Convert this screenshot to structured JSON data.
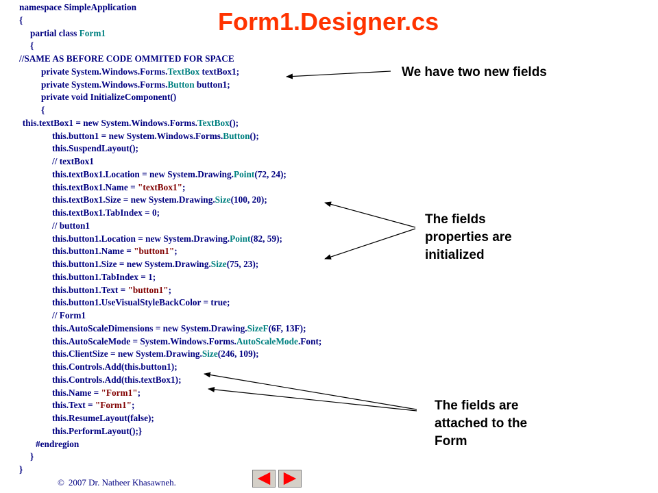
{
  "title": "Form1.Designer.cs",
  "code_lines": [
    {
      "indent": 0,
      "parts": [
        {
          "t": "c",
          "v": "namespace SimpleApplication"
        }
      ]
    },
    {
      "indent": 0,
      "parts": [
        {
          "t": "c",
          "v": "{"
        }
      ]
    },
    {
      "indent": 1,
      "parts": [
        {
          "t": "c",
          "v": "partial class "
        },
        {
          "t": "t",
          "v": "Form1"
        }
      ]
    },
    {
      "indent": 1,
      "parts": [
        {
          "t": "c",
          "v": "{"
        }
      ]
    },
    {
      "indent": 0,
      "parts": [
        {
          "t": "c",
          "v": "//SAME AS BEFORE CODE OMMITED FOR SPACE"
        }
      ]
    },
    {
      "indent": 2,
      "parts": [
        {
          "t": "c",
          "v": "private System.Windows.Forms."
        },
        {
          "t": "t",
          "v": "TextBox"
        },
        {
          "t": "c",
          "v": " textBox1;"
        }
      ]
    },
    {
      "indent": 2,
      "parts": [
        {
          "t": "c",
          "v": "private System.Windows.Forms."
        },
        {
          "t": "t",
          "v": "Button"
        },
        {
          "t": "c",
          "v": " button1;"
        }
      ]
    },
    {
      "indent": 2,
      "parts": [
        {
          "t": "c",
          "v": "private void InitializeComponent()"
        }
      ]
    },
    {
      "indent": 2,
      "parts": [
        {
          "t": "c",
          "v": "{"
        }
      ]
    },
    {
      "indent": 0.3,
      "parts": [
        {
          "t": "c",
          "v": "this.textBox1 = new System.Windows.Forms."
        },
        {
          "t": "t",
          "v": "TextBox"
        },
        {
          "t": "c",
          "v": "();"
        }
      ]
    },
    {
      "indent": 3,
      "parts": [
        {
          "t": "c",
          "v": "this.button1 = new System.Windows.Forms."
        },
        {
          "t": "t",
          "v": "Button"
        },
        {
          "t": "c",
          "v": "();"
        }
      ]
    },
    {
      "indent": 3,
      "parts": [
        {
          "t": "c",
          "v": "this.SuspendLayout();"
        }
      ]
    },
    {
      "indent": 3,
      "parts": [
        {
          "t": "c",
          "v": "// textBox1"
        }
      ]
    },
    {
      "indent": 3,
      "parts": [
        {
          "t": "c",
          "v": "this.textBox1.Location = new System.Drawing."
        },
        {
          "t": "t",
          "v": "Point"
        },
        {
          "t": "c",
          "v": "(72, 24);"
        }
      ]
    },
    {
      "indent": 3,
      "parts": [
        {
          "t": "c",
          "v": "this.textBox1.Name = "
        },
        {
          "t": "s",
          "v": "\"textBox1\""
        },
        {
          "t": "c",
          "v": ";"
        }
      ]
    },
    {
      "indent": 3,
      "parts": [
        {
          "t": "c",
          "v": "this.textBox1.Size = new System.Drawing."
        },
        {
          "t": "t",
          "v": "Size"
        },
        {
          "t": "c",
          "v": "(100, 20);"
        }
      ]
    },
    {
      "indent": 3,
      "parts": [
        {
          "t": "c",
          "v": "this.textBox1.TabIndex = 0;"
        }
      ]
    },
    {
      "indent": 3,
      "parts": [
        {
          "t": "c",
          "v": "// button1"
        }
      ]
    },
    {
      "indent": 3,
      "parts": [
        {
          "t": "c",
          "v": "this.button1.Location = new System.Drawing."
        },
        {
          "t": "t",
          "v": "Point"
        },
        {
          "t": "c",
          "v": "(82, 59);"
        }
      ]
    },
    {
      "indent": 3,
      "parts": [
        {
          "t": "c",
          "v": "this.button1.Name = "
        },
        {
          "t": "s",
          "v": "\"button1\""
        },
        {
          "t": "c",
          "v": ";"
        }
      ]
    },
    {
      "indent": 3,
      "parts": [
        {
          "t": "c",
          "v": "this.button1.Size = new System.Drawing."
        },
        {
          "t": "t",
          "v": "Size"
        },
        {
          "t": "c",
          "v": "(75, 23);"
        }
      ]
    },
    {
      "indent": 3,
      "parts": [
        {
          "t": "c",
          "v": "this.button1.TabIndex = 1;"
        }
      ]
    },
    {
      "indent": 3,
      "parts": [
        {
          "t": "c",
          "v": "this.button1.Text = "
        },
        {
          "t": "s",
          "v": "\"button1\""
        },
        {
          "t": "c",
          "v": ";"
        }
      ]
    },
    {
      "indent": 3,
      "parts": [
        {
          "t": "c",
          "v": "this.button1.UseVisualStyleBackColor = true;"
        }
      ]
    },
    {
      "indent": 3,
      "parts": [
        {
          "t": "c",
          "v": "// Form1"
        }
      ]
    },
    {
      "indent": 3,
      "parts": [
        {
          "t": "c",
          "v": "this.AutoScaleDimensions = new System.Drawing."
        },
        {
          "t": "t",
          "v": "SizeF"
        },
        {
          "t": "c",
          "v": "(6F, 13F);"
        }
      ]
    },
    {
      "indent": 3,
      "parts": [
        {
          "t": "c",
          "v": "this.AutoScaleMode = System.Windows.Forms."
        },
        {
          "t": "t",
          "v": "AutoScaleMode"
        },
        {
          "t": "c",
          "v": ".Font;"
        }
      ]
    },
    {
      "indent": 3,
      "parts": [
        {
          "t": "c",
          "v": "this.ClientSize = new System.Drawing."
        },
        {
          "t": "t",
          "v": "Size"
        },
        {
          "t": "c",
          "v": "(246, 109);"
        }
      ]
    },
    {
      "indent": 3,
      "parts": [
        {
          "t": "c",
          "v": "this.Controls.Add(this.button1);"
        }
      ]
    },
    {
      "indent": 3,
      "parts": [
        {
          "t": "c",
          "v": "this.Controls.Add(this.textBox1);"
        }
      ]
    },
    {
      "indent": 3,
      "parts": [
        {
          "t": "c",
          "v": "this.Name = "
        },
        {
          "t": "s",
          "v": "\"Form1\""
        },
        {
          "t": "c",
          "v": ";"
        }
      ]
    },
    {
      "indent": 3,
      "parts": [
        {
          "t": "c",
          "v": "this.Text = "
        },
        {
          "t": "s",
          "v": "\"Form1\""
        },
        {
          "t": "c",
          "v": ";"
        }
      ]
    },
    {
      "indent": 3,
      "parts": [
        {
          "t": "c",
          "v": "this.ResumeLayout(false);"
        }
      ]
    },
    {
      "indent": 3,
      "parts": [
        {
          "t": "c",
          "v": "this.PerformLayout();}"
        }
      ]
    },
    {
      "indent": 1.5,
      "parts": [
        {
          "t": "c",
          "v": "#endregion"
        }
      ]
    },
    {
      "indent": 1,
      "parts": [
        {
          "t": "c",
          "v": "}"
        }
      ]
    },
    {
      "indent": 0,
      "parts": [
        {
          "t": "c",
          "v": "}"
        }
      ]
    }
  ],
  "notes": {
    "new_fields": "We have two new fields",
    "properties": "The fields properties are initialized",
    "attached": "The fields are attached to the Form"
  },
  "footer": {
    "copyright_symbol": "©",
    "text": "2007 Dr. Natheer Khasawneh."
  },
  "nav": {
    "prev_icon": "left-triangle-icon",
    "next_icon": "right-triangle-icon"
  },
  "colors": {
    "title": "#ff3300",
    "code": "#000080",
    "type": "#008080",
    "string": "#800000",
    "nav_arrow": "#ff0000"
  }
}
